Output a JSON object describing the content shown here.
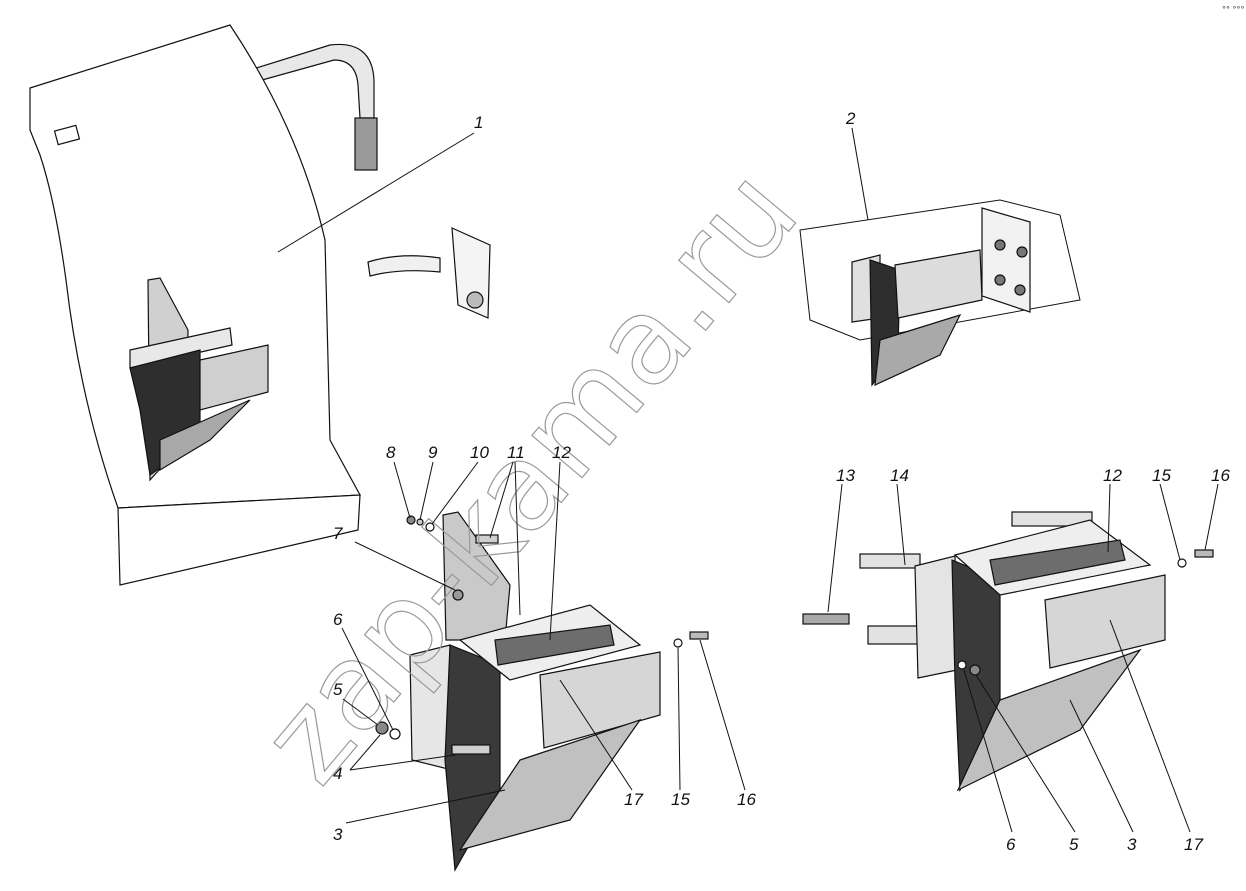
{
  "watermark": "zap-kama.ru",
  "corner_mark": "°° °°°",
  "callouts": {
    "c1": "1",
    "c2": "2",
    "c3a": "3",
    "c3b": "3",
    "c4": "4",
    "c5a": "5",
    "c5b": "5",
    "c6a": "6",
    "c6b": "6",
    "c7": "7",
    "c8": "8",
    "c9": "9",
    "c10": "10",
    "c11": "11",
    "c12a": "12",
    "c12b": "12",
    "c13": "13",
    "c14": "14",
    "c15a": "15",
    "c15b": "15",
    "c16a": "16",
    "c16b": "16",
    "c17a": "17",
    "c17b": "17"
  },
  "colors": {
    "dark": "#3a3a3a",
    "mid": "#8c8c8c",
    "light": "#c8c8c8",
    "lighter": "#e4e4e4",
    "line": "#111111"
  }
}
